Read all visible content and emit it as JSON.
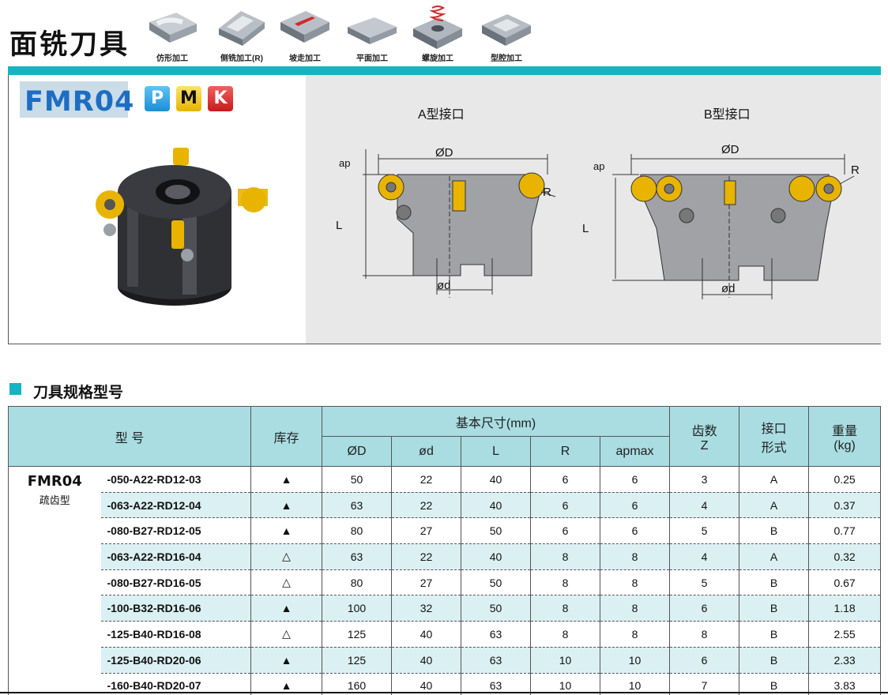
{
  "header": {
    "title": "面铣刀具",
    "operations": [
      {
        "icon": "profile-machining-icon",
        "label": "仿形加工"
      },
      {
        "icon": "side-milling-icon",
        "label": "侧铣加工(R)"
      },
      {
        "icon": "ramping-icon",
        "label": "坡走加工"
      },
      {
        "icon": "face-milling-icon",
        "label": "平面加工"
      },
      {
        "icon": "helical-milling-icon",
        "label": "螺旋加工"
      },
      {
        "icon": "pocketing-icon",
        "label": "型腔加工"
      }
    ]
  },
  "product": {
    "model": "FMR04",
    "grades": [
      "P",
      "M",
      "K"
    ],
    "interface_a": {
      "title": "A型接口",
      "dim_D": "ØD",
      "dim_d": "ød",
      "dim_L": "L",
      "dim_R": "R",
      "dim_ap": "ap"
    },
    "interface_b": {
      "title": "B型接口",
      "dim_D": "ØD",
      "dim_d": "ød",
      "dim_L": "L",
      "dim_R": "R",
      "dim_ap": "ap"
    }
  },
  "section": {
    "title": "刀具规格型号"
  },
  "table": {
    "headers": {
      "model": "型 号",
      "stock": "库存",
      "basic_dims": "基本尺寸(mm)",
      "D": "ØD",
      "d": "ød",
      "L": "L",
      "R": "R",
      "apmax": "apmax",
      "teeth": "齿数",
      "teeth_sub": "Z",
      "interface": "接口",
      "interface_sub": "形式",
      "weight": "重量",
      "weight_sub": "(kg)"
    },
    "family": {
      "name": "FMR04",
      "sub": "疏齿型"
    },
    "rows": [
      {
        "code": "-050-A22-RD12-03",
        "stock": "▲",
        "D": "50",
        "d": "22",
        "L": "40",
        "R": "6",
        "ap": "6",
        "Z": "3",
        "type": "A",
        "weight": "0.25"
      },
      {
        "code": "-063-A22-RD12-04",
        "stock": "▲",
        "D": "63",
        "d": "22",
        "L": "40",
        "R": "6",
        "ap": "6",
        "Z": "4",
        "type": "A",
        "weight": "0.37"
      },
      {
        "code": "-080-B27-RD12-05",
        "stock": "▲",
        "D": "80",
        "d": "27",
        "L": "50",
        "R": "6",
        "ap": "6",
        "Z": "5",
        "type": "B",
        "weight": "0.77"
      },
      {
        "code": "-063-A22-RD16-04",
        "stock": "△",
        "D": "63",
        "d": "22",
        "L": "40",
        "R": "8",
        "ap": "8",
        "Z": "4",
        "type": "A",
        "weight": "0.32"
      },
      {
        "code": "-080-B27-RD16-05",
        "stock": "△",
        "D": "80",
        "d": "27",
        "L": "50",
        "R": "8",
        "ap": "8",
        "Z": "5",
        "type": "B",
        "weight": "0.67"
      },
      {
        "code": "-100-B32-RD16-06",
        "stock": "▲",
        "D": "100",
        "d": "32",
        "L": "50",
        "R": "8",
        "ap": "8",
        "Z": "6",
        "type": "B",
        "weight": "1.18"
      },
      {
        "code": "-125-B40-RD16-08",
        "stock": "△",
        "D": "125",
        "d": "40",
        "L": "63",
        "R": "8",
        "ap": "8",
        "Z": "8",
        "type": "B",
        "weight": "2.55"
      },
      {
        "code": "-125-B40-RD20-06",
        "stock": "▲",
        "D": "125",
        "d": "40",
        "L": "63",
        "R": "10",
        "ap": "10",
        "Z": "6",
        "type": "B",
        "weight": "2.33"
      },
      {
        "code": "-160-B40-RD20-07",
        "stock": "▲",
        "D": "160",
        "d": "40",
        "L": "63",
        "R": "10",
        "ap": "10",
        "Z": "7",
        "type": "B",
        "weight": "3.83"
      }
    ]
  }
}
